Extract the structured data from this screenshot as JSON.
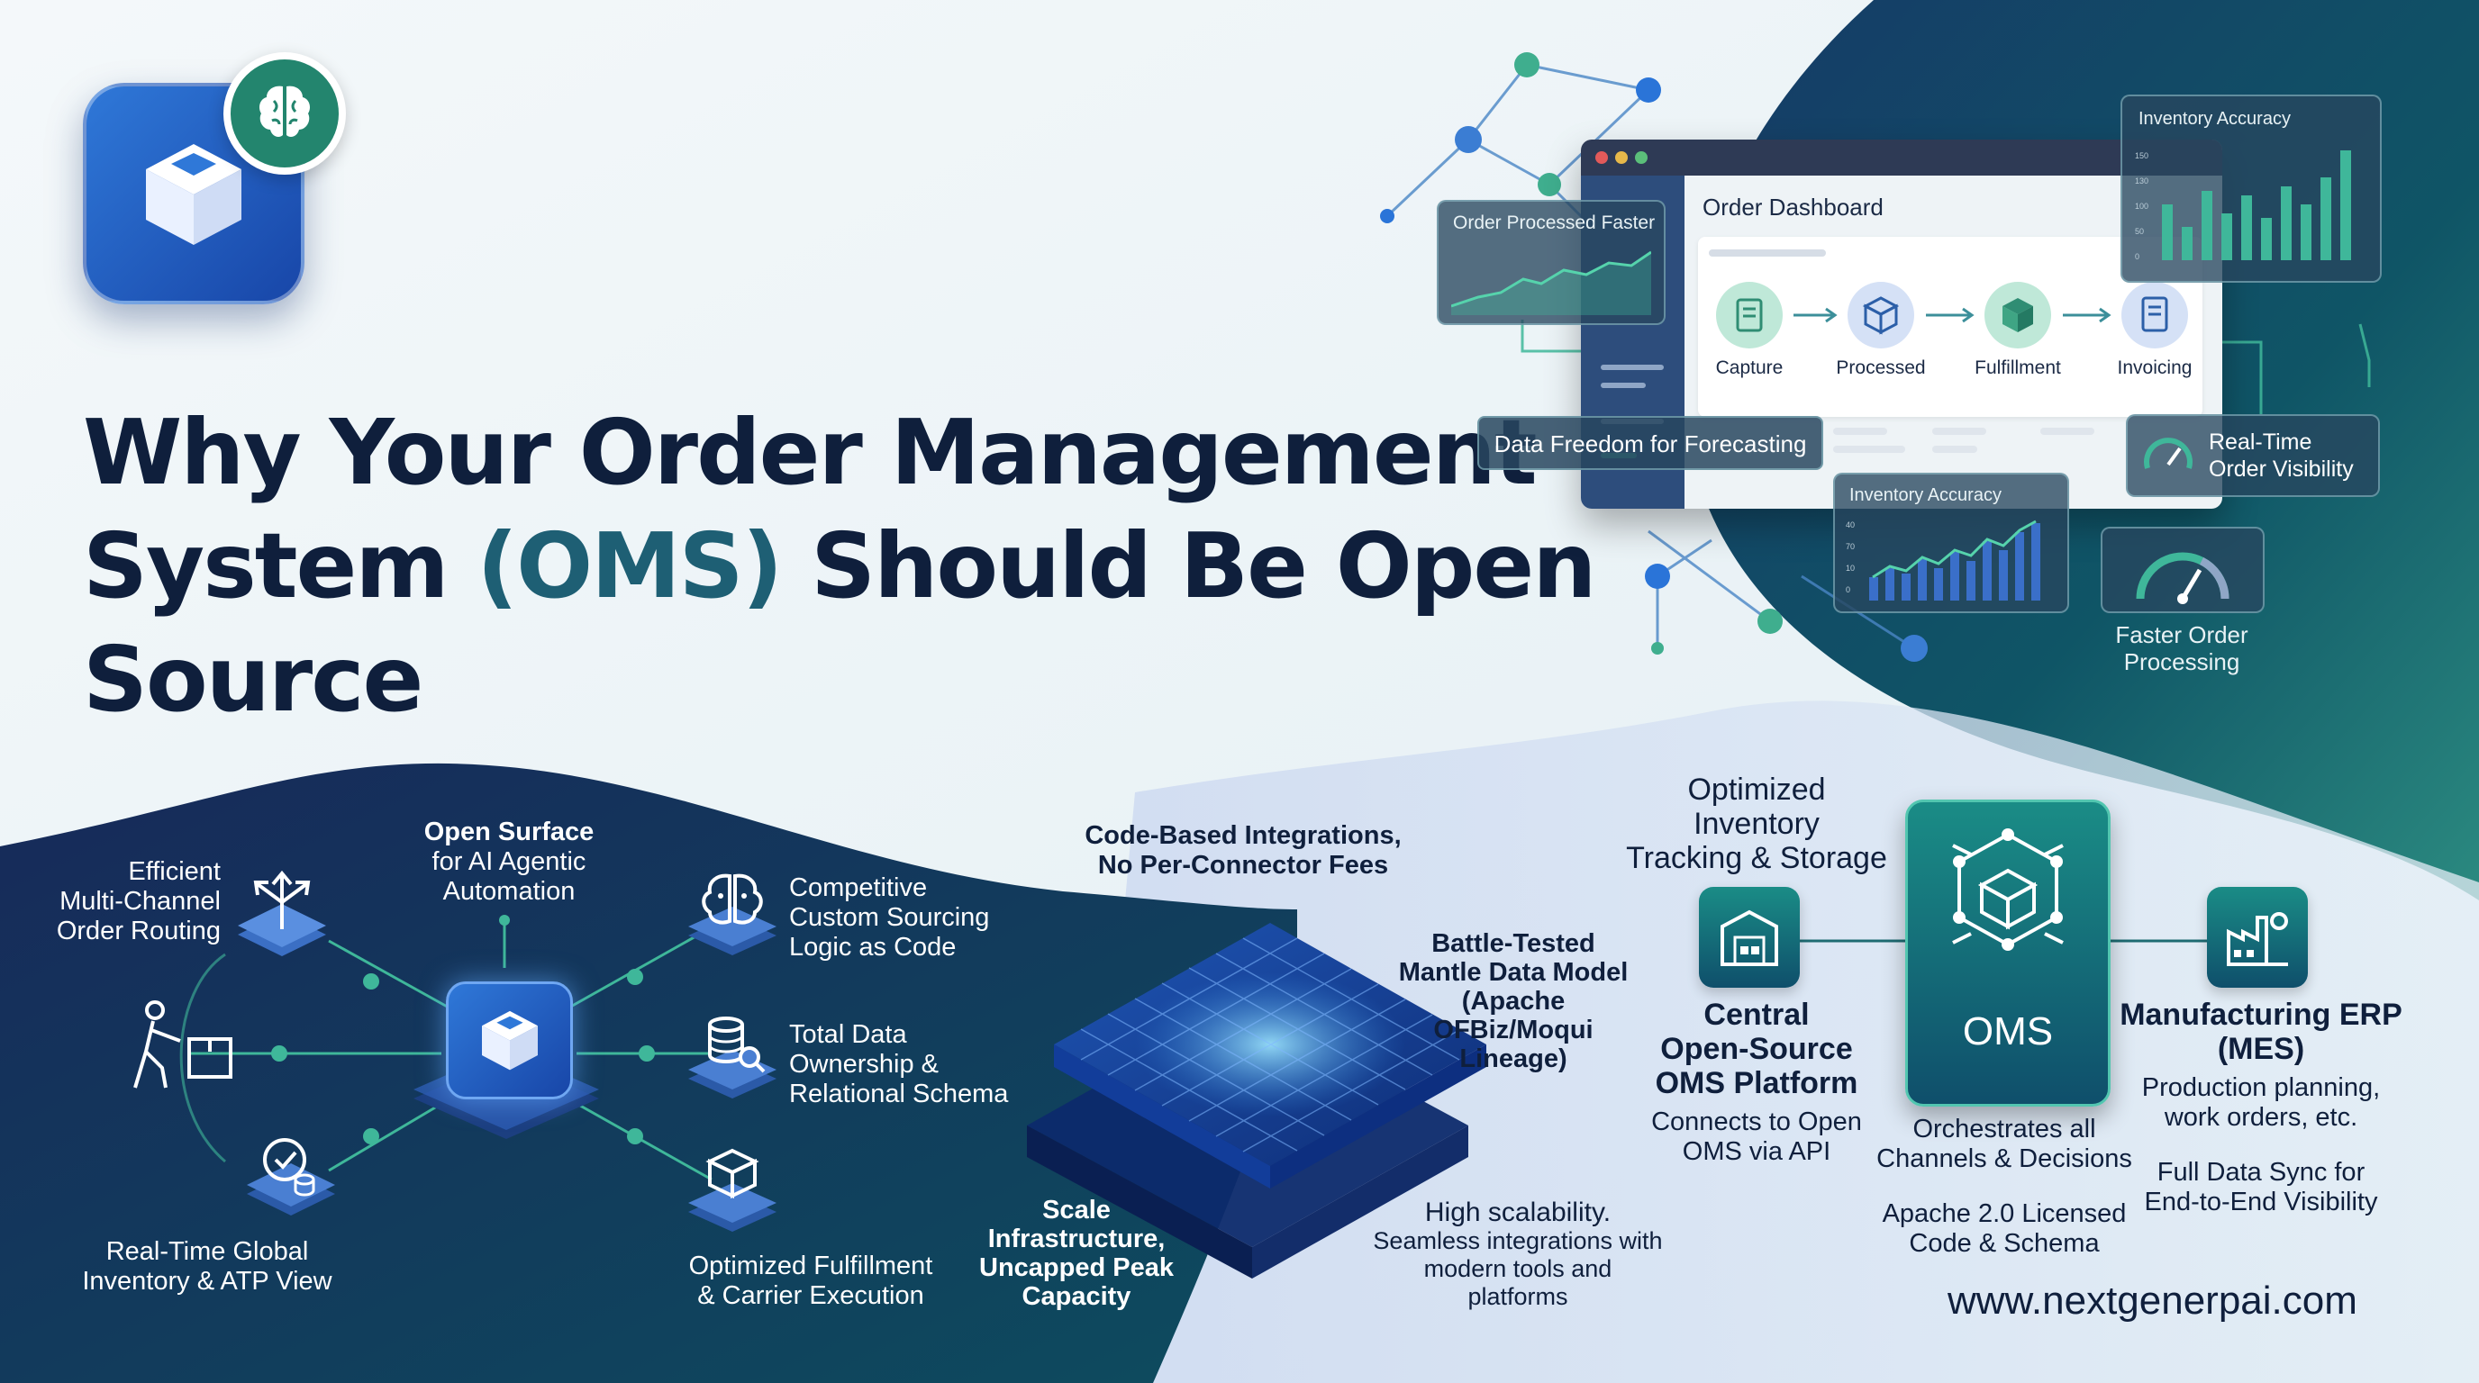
{
  "title": {
    "line1": "Why Your Order Management",
    "line2_pre": "System ",
    "line2_accent": "(OMS)",
    "line2_post": " Should Be Open Source"
  },
  "dashboard": {
    "window_title": "Order Dashboard",
    "steps": [
      "Capture",
      "Processed",
      "Fulfillment",
      "Invoicing"
    ]
  },
  "overlay_cards": {
    "order_processed": "Order Processed Faster",
    "inventory_top": "Inventory Accuracy",
    "inventory_top_ticks": [
      "150",
      "130",
      "100",
      "50",
      "0"
    ],
    "data_freedom": "Data Freedom for Forecasting",
    "realtime": "Real-Time\nOrder Visibility",
    "inventory_mid": "Inventory Accuracy",
    "inventory_mid_ticks": [
      "40",
      "70",
      "10",
      "0"
    ],
    "faster_order": "Faster Order\nProcessing"
  },
  "left_panel": {
    "open_surface_bold": "Open Surface",
    "open_surface_rest": "for AI Agentic\nAutomation",
    "routing": "Efficient\nMulti-Channel\nOrder Routing",
    "global_inventory": "Real-Time Global\nInventory & ATP View",
    "sourcing": "Competitive\nCustom Sourcing\nLogic as Code",
    "data_ownership": "Total Data\nOwnership &\nRelational Schema",
    "fulfillment": "Optimized Fulfillment\n& Carrier Execution"
  },
  "middle": {
    "code_integrations": "Code-Based Integrations,\nNo Per-Connector Fees",
    "battle_tested": "Battle-Tested\nMantle Data Model\n(Apache\nOFBiz/Moqui\nLineage)",
    "scale": "Scale\nInfrastructure,\nUncapped Peak\nCapacity",
    "high_scalability_bold": "High scalability.",
    "high_scalability_rest": "Seamless integrations with\nmodern tools and\nplatforms"
  },
  "right_panel": {
    "optimized_inventory": "Optimized\nInventory\nTracking & Storage",
    "central_bold": "Central\nOpen-Source\nOMS Platform",
    "central_sub": "Connects to Open\nOMS via API",
    "oms_label": "OMS",
    "orchestrates": "Orchestrates all\nChannels & Decisions",
    "licensed": "Apache 2.0 Licensed\nCode & Schema",
    "erp_bold": "Manufacturing ERP\n(MES)",
    "erp_sub": "Production planning,\nwork orders, etc.",
    "data_sync": "Full Data Sync for\nEnd-to-End Visibility"
  },
  "footer": {
    "url": "www.nextgenerpai.com"
  },
  "colors": {
    "navy": "#0f1f3c",
    "teal_accent": "#1e5f74",
    "deep_blue": "#162f63",
    "teal_dark": "#0e4f5c",
    "green": "#4fb08a"
  },
  "icons": [
    "brain-icon",
    "cube-icon",
    "split-arrows-icon",
    "worker-box-icon",
    "inventory-check-icon",
    "brain-circuit-icon",
    "database-search-icon",
    "package-icon",
    "warehouse-icon",
    "factory-icon",
    "oms-network-icon",
    "gauge-icon"
  ]
}
